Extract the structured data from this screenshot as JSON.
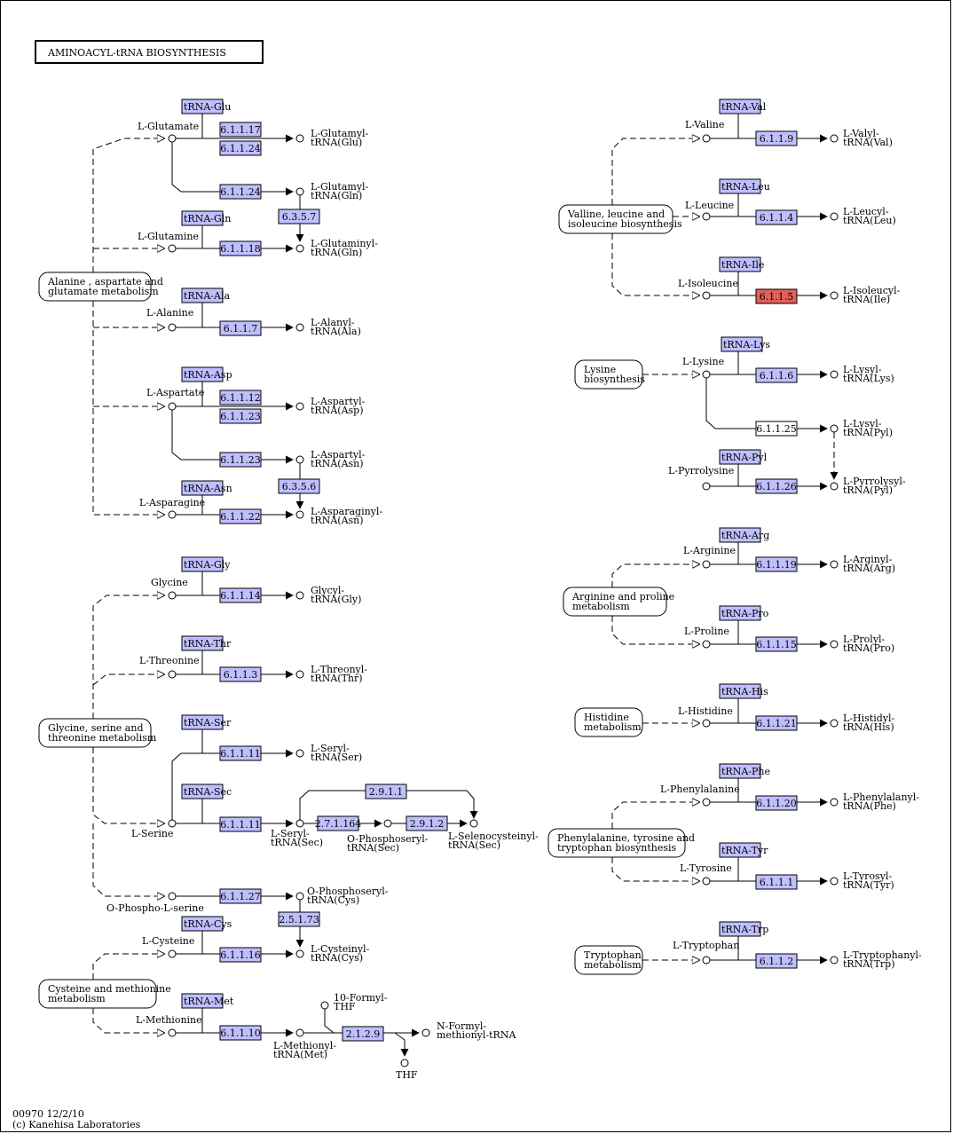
{
  "title": "AMINOACYL-tRNA BIOSYNTHESIS",
  "footer": {
    "code": "00970 12/2/10",
    "copyright": "(c) Kanehisa Laboratories"
  },
  "colors": {
    "enzyme": "#bfbfff",
    "highlight": "#e0605a",
    "plain": "#ffffff",
    "line": "#000000"
  },
  "trnas": [
    "tRNA-Glu",
    "tRNA-Gln",
    "tRNA-Ala",
    "tRNA-Asp",
    "tRNA-Asn",
    "tRNA-Gly",
    "tRNA-Thr",
    "tRNA-Ser",
    "tRNA-Sec",
    "tRNA-Cys",
    "tRNA-Met",
    "tRNA-Val",
    "tRNA-Leu",
    "tRNA-Ile",
    "tRNA-Lys",
    "tRNA-Pyl",
    "tRNA-Arg",
    "tRNA-Pro",
    "tRNA-His",
    "tRNA-Phe",
    "tRNA-Tyr",
    "tRNA-Trp"
  ],
  "enzymes": [
    "6.1.1.17",
    "6.1.1.24",
    "6.1.1.24",
    "6.3.5.7",
    "6.1.1.18",
    "6.1.1.7",
    "6.1.1.12",
    "6.1.1.23",
    "6.1.1.23",
    "6.3.5.6",
    "6.1.1.22",
    "6.1.1.14",
    "6.1.1.3",
    "6.1.1.11",
    "2.9.1.1",
    "6.1.1.11",
    "2.7.1.164",
    "2.9.1.2",
    "6.1.1.27",
    "2.5.1.73",
    "6.1.1.16",
    "6.1.1.10",
    "2.1.2.9",
    "6.1.1.9",
    "6.1.1.4",
    "6.1.1.5",
    "6.1.1.6",
    "6.1.1.25",
    "6.1.1.26",
    "6.1.1.19",
    "6.1.1.15",
    "6.1.1.21",
    "6.1.1.20",
    "6.1.1.1",
    "6.1.1.2"
  ],
  "pathways": [
    [
      "Alanine , aspartate and",
      "glutamate metabolism"
    ],
    [
      "Glycine, serine and",
      "threonine metabolism"
    ],
    [
      "Cysteine and methionine",
      "metabolism"
    ],
    [
      "Valline, leucine and",
      "isoleucine biosynthesis"
    ],
    [
      "Lysine",
      "biosynthesis"
    ],
    [
      "Arginine and proline",
      "metabolism"
    ],
    [
      "Histidine",
      "metabolism"
    ],
    [
      "Phenylalanine, tyrosine and",
      "tryptophan biosynthesis"
    ],
    [
      "Tryptophan",
      "metabolism"
    ]
  ],
  "compounds": [
    "L-Glutamate",
    "L-Glutamine",
    "L-Alanine",
    "L-Aspartate",
    "L-Asparagine",
    "Glycine",
    "L-Threonine",
    "L-Serine",
    "O-Phospho-L-serine",
    "L-Cysteine",
    "L-Methionine",
    "THF",
    "L-Valine",
    "L-Leucine",
    "L-Isoleucine",
    "L-Lysine",
    "L-Pyrrolysine",
    "L-Arginine",
    "L-Proline",
    "L-Histidine",
    "L-Phenylalanine",
    "L-Tyrosine",
    "L-Tryptophan"
  ],
  "products": [
    [
      "L-Glutamyl-",
      "tRNA(Glu)"
    ],
    [
      "L-Glutamyl-",
      "tRNA(Gln)"
    ],
    [
      "L-Glutaminyl-",
      "tRNA(Gln)"
    ],
    [
      "L-Alanyl-",
      "tRNA(Ala)"
    ],
    [
      "L-Aspartyl-",
      "tRNA(Asp)"
    ],
    [
      "L-Aspartyl-",
      "tRNA(Asn)"
    ],
    [
      "L-Asparaginyl-",
      "tRNA(Asn)"
    ],
    [
      "Glycyl-",
      "tRNA(Gly)"
    ],
    [
      "L-Threonyl-",
      "tRNA(Thr)"
    ],
    [
      "L-Seryl-",
      "tRNA(Ser)"
    ],
    [
      "L-Seryl-",
      "tRNA(Sec)"
    ],
    [
      "O-Phosphoseryl-",
      "tRNA(Sec)"
    ],
    [
      "L-Selenocysteinyl-",
      "tRNA(Sec)"
    ],
    [
      "O-Phosphoseryl-",
      "tRNA(Cys)"
    ],
    [
      "L-Cysteinyl-",
      "tRNA(Cys)"
    ],
    [
      "L-Methionyl-",
      "tRNA(Met)"
    ],
    [
      "10-Formyl-",
      "THF"
    ],
    [
      "N-Formyl-",
      "methionyl-tRNA"
    ],
    [
      "L-Valyl-",
      "tRNA(Val)"
    ],
    [
      "L-Leucyl-",
      "tRNA(Leu)"
    ],
    [
      "L-Isoleucyl-",
      "tRNA(Ile)"
    ],
    [
      "L-Lysyl-",
      "tRNA(Lys)"
    ],
    [
      "L-Lysyl-",
      "tRNA(Pyl)"
    ],
    [
      "L-Pyrrolysyl-",
      "tRNA(Pyl)"
    ],
    [
      "L-Arginyl-",
      "tRNA(Arg)"
    ],
    [
      "L-Prolyl-",
      "tRNA(Pro)"
    ],
    [
      "L-Histidyl-",
      "tRNA(His)"
    ],
    [
      "L-Phenylalanyl-",
      "tRNA(Phe)"
    ],
    [
      "L-Tyrosyl-",
      "tRNA(Tyr)"
    ],
    [
      "L-Tryptophanyl-",
      "tRNA(Trp)"
    ]
  ]
}
